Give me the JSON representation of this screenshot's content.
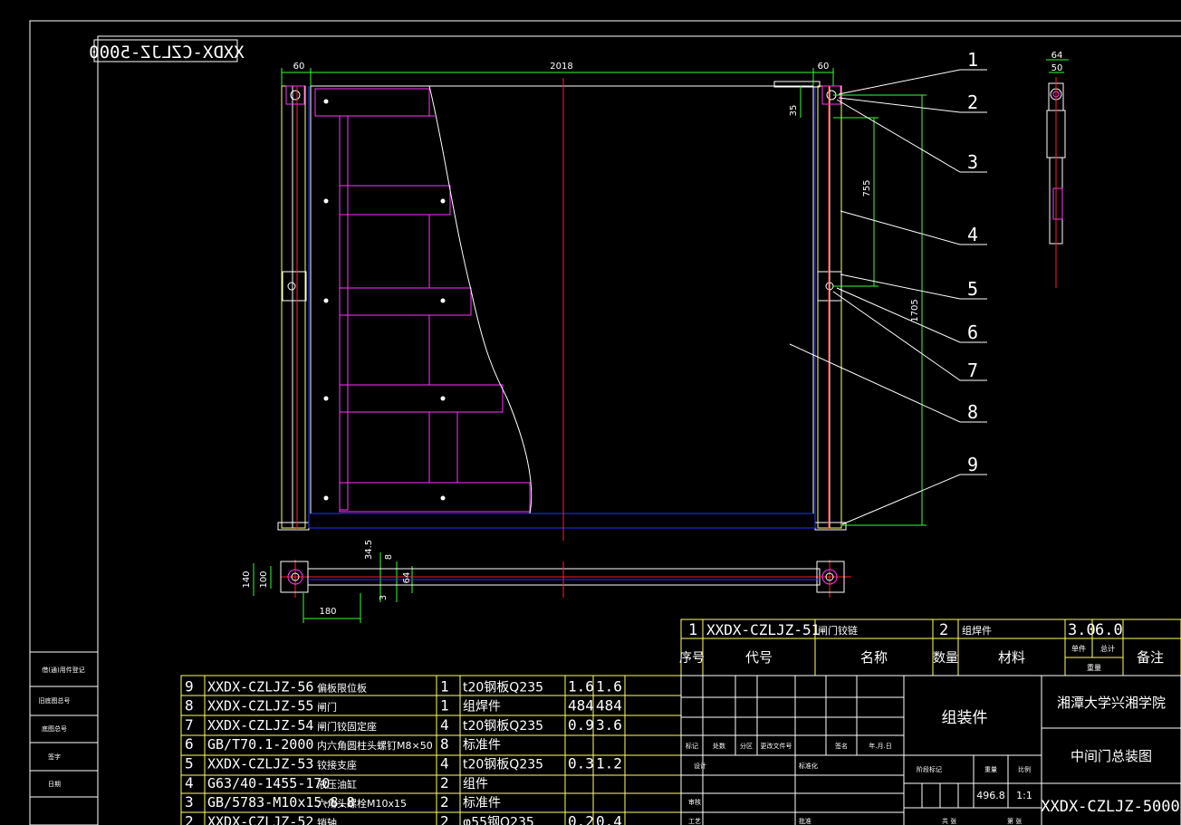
{
  "drawing": {
    "mirrored_code": "XXDX-CZLJZ-5000",
    "dims": {
      "left_offset": "60",
      "overall_width": "2018",
      "right_offset": "60",
      "top_gap": "35",
      "hinge_spacing": "755",
      "overall_height": "1705",
      "section_width": "140",
      "section_inner": "100",
      "section_d1": "34.5",
      "section_d2": "8",
      "section_d3": "64",
      "section_d4": "3",
      "hinge_reach": "180",
      "detail_outer": "64",
      "detail_inner": "50"
    },
    "balloons": [
      "1",
      "2",
      "3",
      "4",
      "5",
      "6",
      "7",
      "8",
      "9"
    ]
  },
  "bom": {
    "rows": [
      {
        "no": "9",
        "code": "XXDX-CZLJZ-56",
        "name": "偏板限位板",
        "qty": "1",
        "material": "t20钢板Q235",
        "unit": "1.6",
        "total": "1.6"
      },
      {
        "no": "8",
        "code": "XXDX-CZLJZ-55",
        "name": "闸门",
        "qty": "1",
        "material": "组焊件",
        "unit": "484",
        "total": "484"
      },
      {
        "no": "7",
        "code": "XXDX-CZLJZ-54",
        "name": "闸门铰固定座",
        "qty": "4",
        "material": "t20钢板Q235",
        "unit": "0.9",
        "total": "3.6"
      },
      {
        "no": "6",
        "code": "GB/T70.1-2000",
        "name": "内六角圆柱头螺钉M8×50",
        "qty": "8",
        "material": "标准件",
        "unit": "",
        "total": ""
      },
      {
        "no": "5",
        "code": "XXDX-CZLJZ-53",
        "name": "铰接支座",
        "qty": "4",
        "material": "t20钢板Q235",
        "unit": "0.3",
        "total": "1.2"
      },
      {
        "no": "4",
        "code": "G63/40-1455-170",
        "name": "液压油缸",
        "qty": "2",
        "material": "组件",
        "unit": "",
        "total": ""
      },
      {
        "no": "3",
        "code": "GB/5783-M10x15-8.8",
        "name": "六角头螺栓M10x15",
        "qty": "2",
        "material": "标准件",
        "unit": "",
        "total": ""
      },
      {
        "no": "2",
        "code": "XXDX-CZLJZ-52",
        "name": "销轴",
        "qty": "2",
        "material": "φ55钢Q235",
        "unit": "0.2",
        "total": "0.4"
      }
    ],
    "top_row": {
      "no": "1",
      "code": "XXDX-CZLJZ-51",
      "name": "闸门铰链",
      "qty": "2",
      "material": "组焊件",
      "unit": "3.0",
      "total": "6.0"
    },
    "header": {
      "no": "序号",
      "code": "代号",
      "name": "名称",
      "qty": "数量",
      "material": "材料",
      "unit_w": "单件",
      "total_w": "总计",
      "weight": "重量",
      "remark": "备注"
    }
  },
  "title_block": {
    "type": "组装件",
    "school": "湘潭大学兴湘学院",
    "title": "中间门总装图",
    "drawing_no": "XXDX-CZLJZ-5000",
    "weight": "496.8",
    "scale": "1:1",
    "small": {
      "mark": "标记",
      "count": "处数",
      "zone": "分区",
      "change_doc": "更改文件号",
      "sign": "签名",
      "date": "年.月.日",
      "design": "设计",
      "standardize": "标准化",
      "stage": "阶段标记",
      "weight_l": "重量",
      "scale_l": "比例",
      "check": "审核",
      "craft": "工艺",
      "approve": "批准",
      "sheets": "共  张",
      "sheet": "第  张"
    }
  },
  "side_table": [
    "借(通)用件登记",
    "旧底图总号",
    "底图总号",
    "签字",
    "日期"
  ],
  "colors": {
    "yellow": "#ffff66",
    "magenta": "#ff33ff",
    "green": "#33ff33",
    "red": "#ff2020",
    "blue": "#2233ff",
    "white": "#ffffff"
  }
}
